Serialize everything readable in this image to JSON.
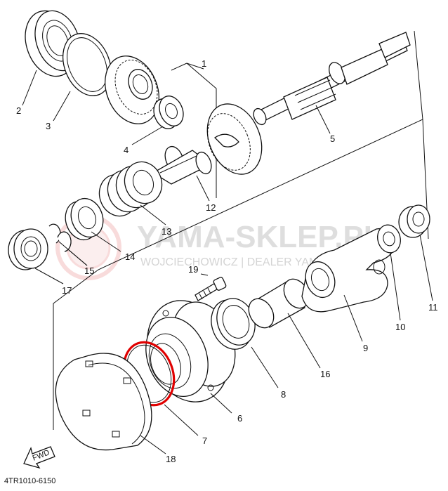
{
  "diagram": {
    "code": "4TR1010-6150",
    "direction_label": "FWD",
    "watermark": {
      "main": "YAMA-SKLEP.PL",
      "sub": "WOJCIECHOWICZ | DEALER YAMAHA"
    },
    "callouts": [
      "1",
      "2",
      "3",
      "4",
      "5",
      "6",
      "7",
      "8",
      "9",
      "10",
      "11",
      "12",
      "13",
      "14",
      "15",
      "16",
      "17",
      "18",
      "19"
    ],
    "colors": {
      "ink": "#111111",
      "gasket": "#e00000",
      "watermark": "#d9d9d9",
      "watermark_logo": "#f2b8b8"
    }
  }
}
